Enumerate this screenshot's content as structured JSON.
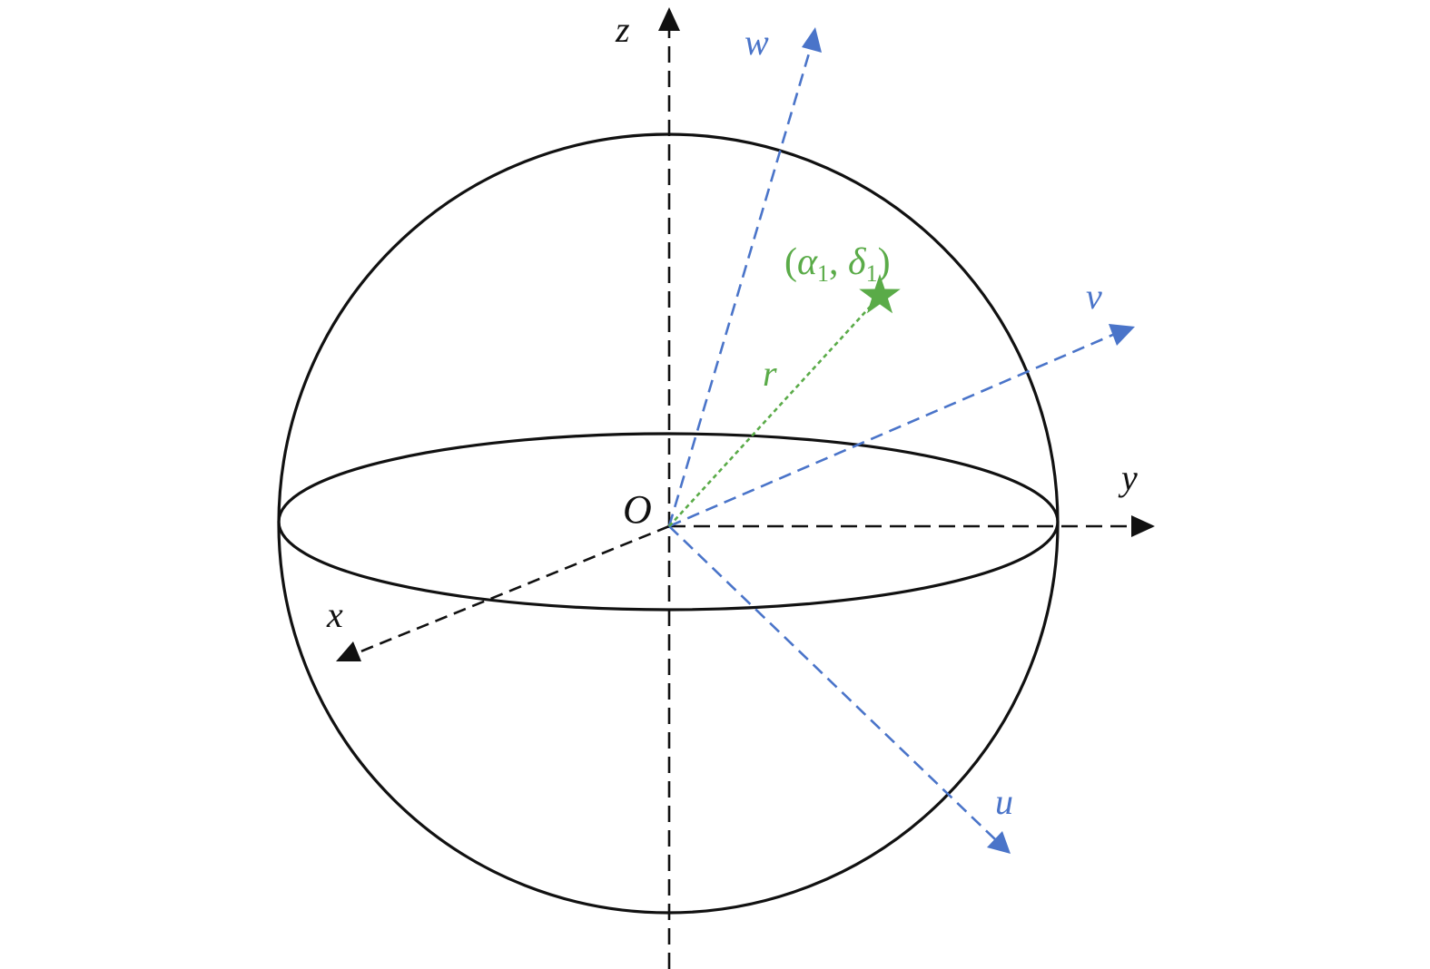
{
  "colors": {
    "black": "#111111",
    "blue": "#4a74c9",
    "green": "#5aab48"
  },
  "labels": {
    "z": "z",
    "w": "w",
    "v": "v",
    "y": "y",
    "x": "x",
    "u": "u",
    "origin": "O",
    "r": "r"
  },
  "point": {
    "open": "(",
    "alpha": "α",
    "sub1": "1",
    "comma": ", ",
    "delta": "δ",
    "sub2": "1",
    "close": ")"
  },
  "icons": {
    "point_marker": "star-icon"
  }
}
